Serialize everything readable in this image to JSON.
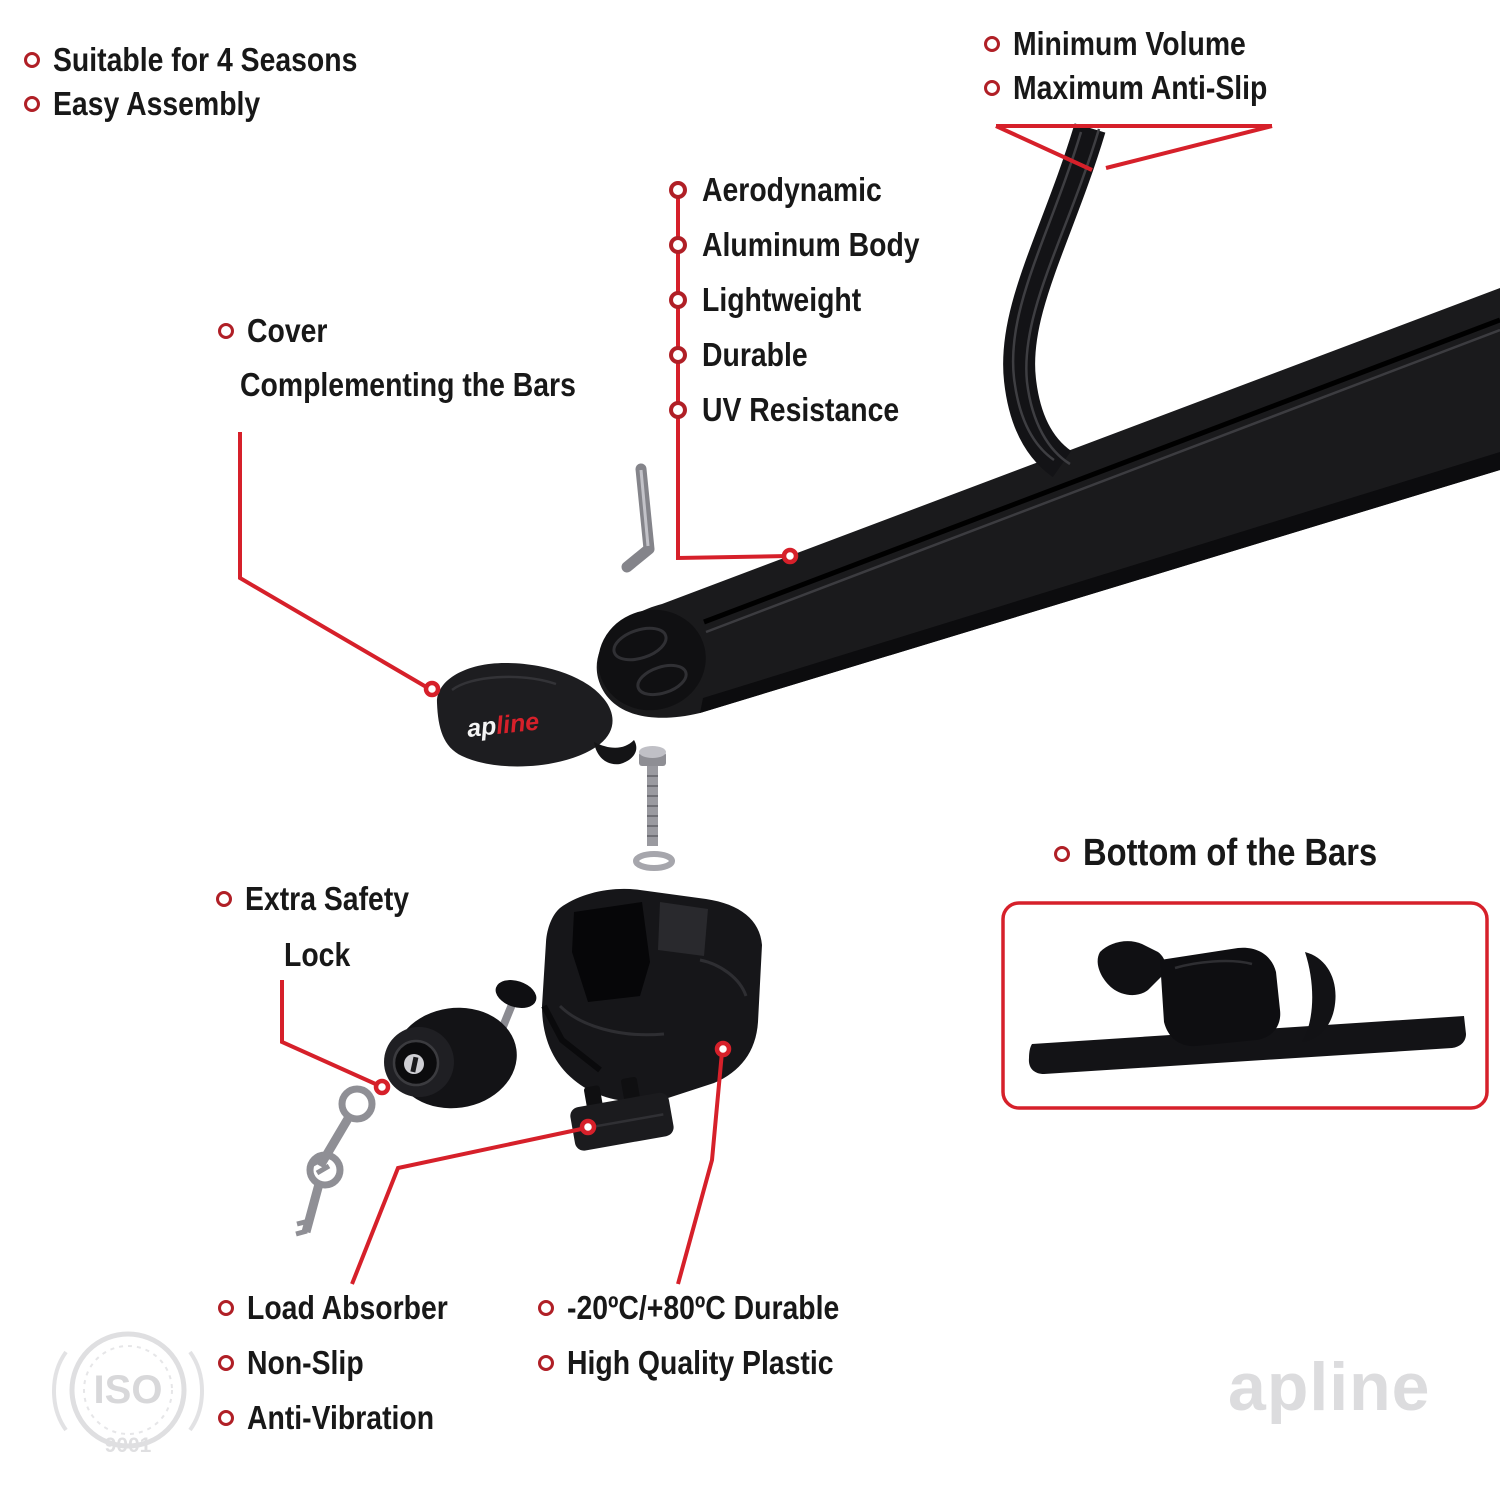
{
  "colors": {
    "accent-red": "#d6202a",
    "bullet-red": "#b01f26",
    "text-black": "#181818",
    "watermark-gray": "#dcdcde"
  },
  "top_left": {
    "items": [
      "Suitable for 4 Seasons",
      "Easy Assembly"
    ]
  },
  "top_right": {
    "items": [
      "Minimum Volume",
      "Maximum Anti-Slip"
    ]
  },
  "bar_features": {
    "items": [
      "Aerodynamic",
      "Aluminum Body",
      "Lightweight",
      "Durable",
      "UV Resistance"
    ]
  },
  "cover": {
    "line1": "Cover",
    "line2": "Complementing the Bars"
  },
  "safety_lock": {
    "line1": "Extra Safety",
    "line2": "Lock"
  },
  "bottom_view": {
    "label": "Bottom of the Bars"
  },
  "bottom_left": {
    "items": [
      "Load Absorber",
      "Non-Slip",
      "Anti-Vibration"
    ]
  },
  "bottom_center": {
    "items": [
      "-20ºC/+80ºC Durable",
      "High Quality Plastic"
    ]
  },
  "brand": {
    "part1": "ap",
    "part2": "line",
    "watermark": "apline"
  },
  "certification": {
    "name": "ISO",
    "number": "9001"
  }
}
